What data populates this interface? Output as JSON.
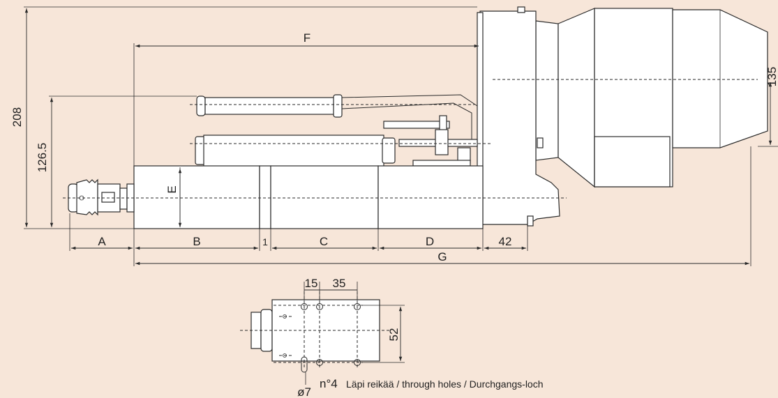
{
  "dimensions": {
    "A": "A",
    "B": "B",
    "one": "1",
    "C": "C",
    "D": "D",
    "d42": "42",
    "E": "E",
    "F": "F",
    "G": "G",
    "h208": "208",
    "h126": "126.5",
    "h135": "135"
  },
  "flange": {
    "d15": "15",
    "d35": "35",
    "d52": "52",
    "hole_dia": "ø7",
    "hole_count": "n°4",
    "note": "Läpi reikää / through holes / Durchgangs-loch"
  },
  "colors": {
    "background": "#f7e6d9",
    "line": "#2a2a2a",
    "fill": "#ffffff"
  }
}
